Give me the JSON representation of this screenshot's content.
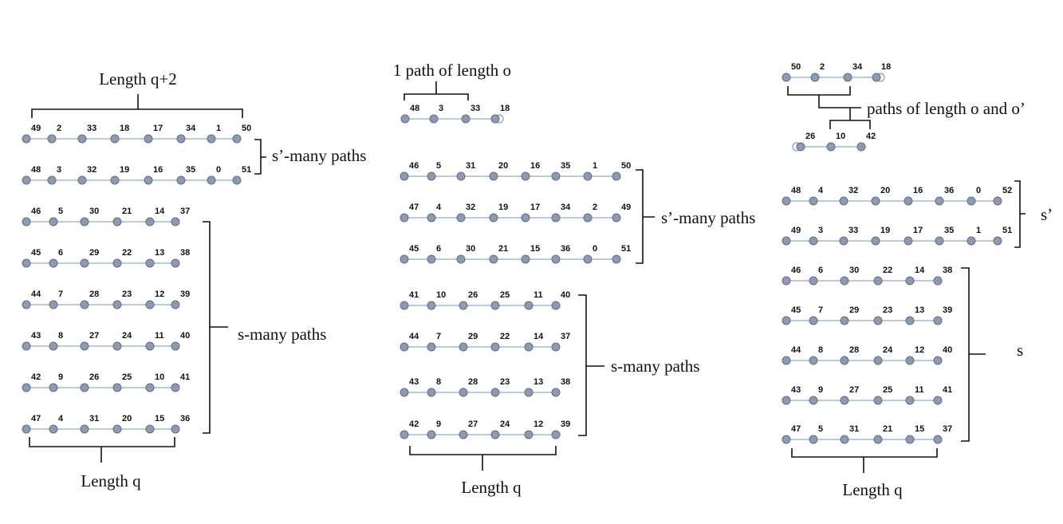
{
  "diagram": {
    "left": {
      "top_caption": "Length q+2",
      "bottom_caption": "Length q",
      "s_prime_caption": "s’-many paths",
      "s_caption": "s-many paths",
      "rows": [
        [
          49,
          2,
          33,
          18,
          17,
          34,
          1,
          50
        ],
        [
          48,
          3,
          32,
          19,
          16,
          35,
          0,
          51
        ],
        [
          46,
          5,
          30,
          21,
          14,
          37
        ],
        [
          45,
          6,
          29,
          22,
          13,
          38
        ],
        [
          44,
          7,
          28,
          23,
          12,
          39
        ],
        [
          43,
          8,
          27,
          24,
          11,
          40
        ],
        [
          42,
          9,
          26,
          25,
          10,
          41
        ],
        [
          47,
          4,
          31,
          20,
          15,
          36
        ]
      ]
    },
    "middle": {
      "top_caption": "1 path of length o",
      "bottom_caption": "Length q",
      "s_prime_caption": "s’-many paths",
      "s_caption": "s-many paths",
      "single_path": [
        48,
        3,
        33,
        18
      ],
      "rows": [
        [
          46,
          5,
          31,
          20,
          16,
          35,
          1,
          50
        ],
        [
          47,
          4,
          32,
          19,
          17,
          34,
          2,
          49
        ],
        [
          45,
          6,
          30,
          21,
          15,
          36,
          0,
          51
        ],
        [
          41,
          10,
          26,
          25,
          11,
          40
        ],
        [
          44,
          7,
          29,
          22,
          14,
          37
        ],
        [
          43,
          8,
          28,
          23,
          13,
          38
        ],
        [
          42,
          9,
          27,
          24,
          12,
          39
        ]
      ]
    },
    "right": {
      "paths_caption": "paths of length o and o’",
      "bottom_caption": "Length q",
      "s_prime_caption": "s’",
      "s_caption": "s",
      "path_o": [
        50,
        2,
        34,
        18
      ],
      "path_o_prime": [
        26,
        10,
        42
      ],
      "rows": [
        [
          48,
          4,
          32,
          20,
          16,
          36,
          0,
          52
        ],
        [
          49,
          3,
          33,
          19,
          17,
          35,
          1,
          51
        ],
        [
          46,
          6,
          30,
          22,
          14,
          38
        ],
        [
          45,
          7,
          29,
          23,
          13,
          39
        ],
        [
          44,
          8,
          28,
          24,
          12,
          40
        ],
        [
          43,
          9,
          27,
          25,
          11,
          41
        ],
        [
          47,
          5,
          31,
          21,
          15,
          37
        ]
      ]
    }
  }
}
